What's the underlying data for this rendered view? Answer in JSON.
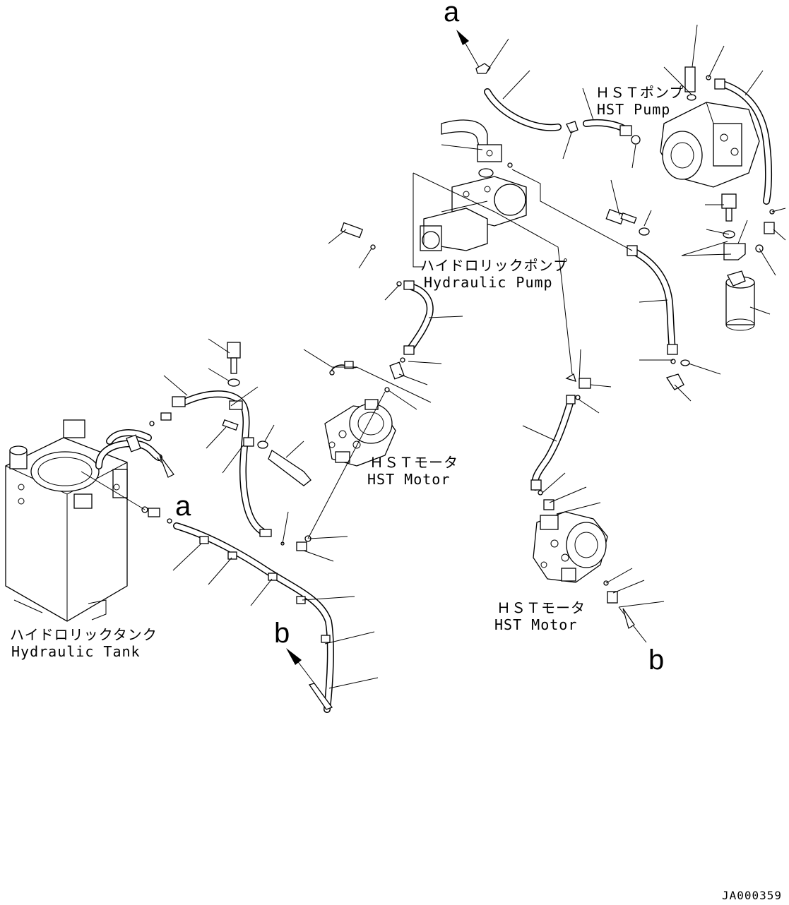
{
  "labels": {
    "hst_pump_jp": "ＨＳＴポンプ",
    "hst_pump_en": "HST Pump",
    "hyd_pump_jp": "ハイドロリックポンプ",
    "hyd_pump_en": "Hydraulic Pump",
    "hst_motor1_jp": "ＨＳＴモータ",
    "hst_motor1_en": "HST Motor",
    "hst_motor2_jp": "ＨＳＴモータ",
    "hst_motor2_en": "HST Motor",
    "hyd_tank_jp": "ハイドロリックタンク",
    "hyd_tank_en": "Hydraulic Tank"
  },
  "connection_markers": {
    "a_top": "a",
    "a_left": "a",
    "b_left": "b",
    "b_right": "b"
  },
  "drawing_code": "JA000359"
}
